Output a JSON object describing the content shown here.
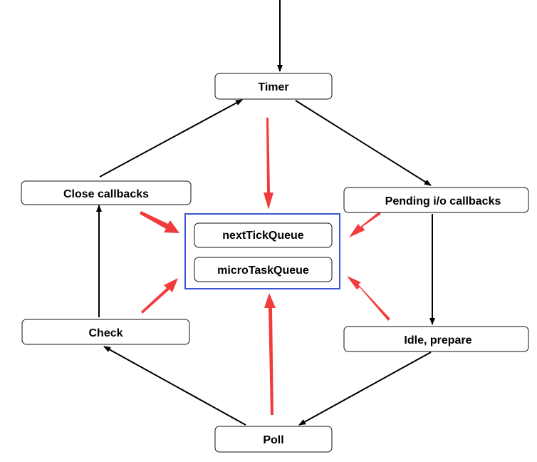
{
  "colors": {
    "background": "#ffffff",
    "node_stroke": "#111111",
    "edge": "#000000",
    "queue_border": "#3a56d4",
    "highlight_arrow": "#f23b3b"
  },
  "nodes": {
    "timer": "Timer",
    "pending": "Pending i/o callbacks",
    "idle": "Idle, prepare",
    "poll": "Poll",
    "check": "Check",
    "close": "Close callbacks"
  },
  "queues": {
    "next_tick": "nextTickQueue",
    "micro_task": "microTaskQueue"
  }
}
